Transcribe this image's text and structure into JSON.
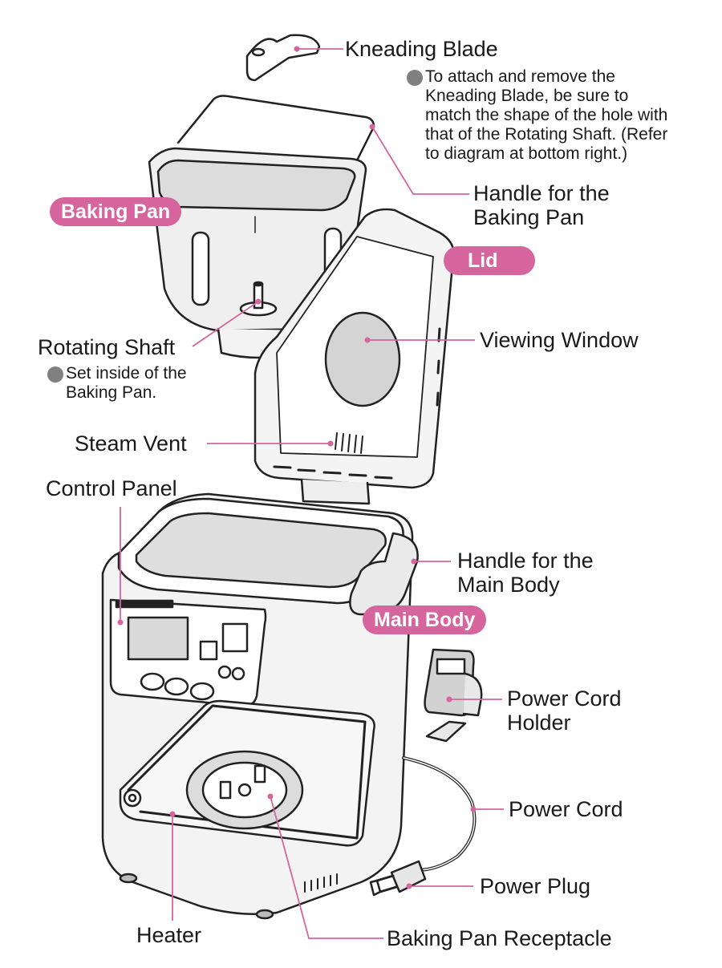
{
  "colors": {
    "accent": "#d6649d",
    "leader_line": "#d6649d",
    "outline": "#222222",
    "bullet": "#808080"
  },
  "component_pills": {
    "baking_pan": "Baking Pan",
    "lid": "Lid",
    "main_body": "Main Body"
  },
  "labels": {
    "kneading_blade": "Kneading Blade",
    "handle_baking_pan": "Handle for the\nBaking Pan",
    "rotating_shaft": "Rotating Shaft",
    "viewing_window": "Viewing Window",
    "steam_vent": "Steam Vent",
    "control_panel": "Control Panel",
    "handle_main_body": "Handle for the\nMain Body",
    "power_cord_holder": "Power Cord\nHolder",
    "power_cord": "Power Cord",
    "power_plug": "Power Plug",
    "heater": "Heater",
    "baking_pan_receptacle": "Baking Pan Receptacle"
  },
  "notes": {
    "kneading_blade_note": "To attach and remove the\nKneading Blade, be sure to\nmatch the shape of the hole with\nthat of the Rotating Shaft. (Refer\nto diagram at bottom right.)",
    "rotating_shaft_note": "Set inside of the\nBaking Pan."
  }
}
